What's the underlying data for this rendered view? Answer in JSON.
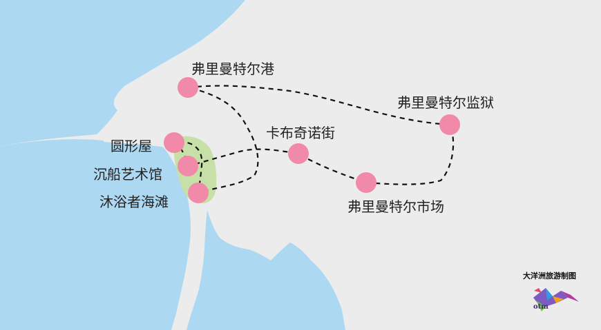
{
  "map": {
    "colors": {
      "land": "#ececec",
      "water": "#add8f2",
      "park": "#c7e0a8",
      "poi": "#f08aa8",
      "route": "#111111"
    },
    "locations": [
      {
        "label": "弗里曼特尔港"
      },
      {
        "label": "弗里曼特尔监狱"
      },
      {
        "label": "卡布奇诺街"
      },
      {
        "label": "弗里曼特尔市场"
      },
      {
        "label": "圆形屋"
      },
      {
        "label": "沉船艺术馆"
      },
      {
        "label": "沐浴者海滩"
      }
    ],
    "credit": {
      "text": "大洋洲旅游制图",
      "logo_text": "otm"
    }
  }
}
